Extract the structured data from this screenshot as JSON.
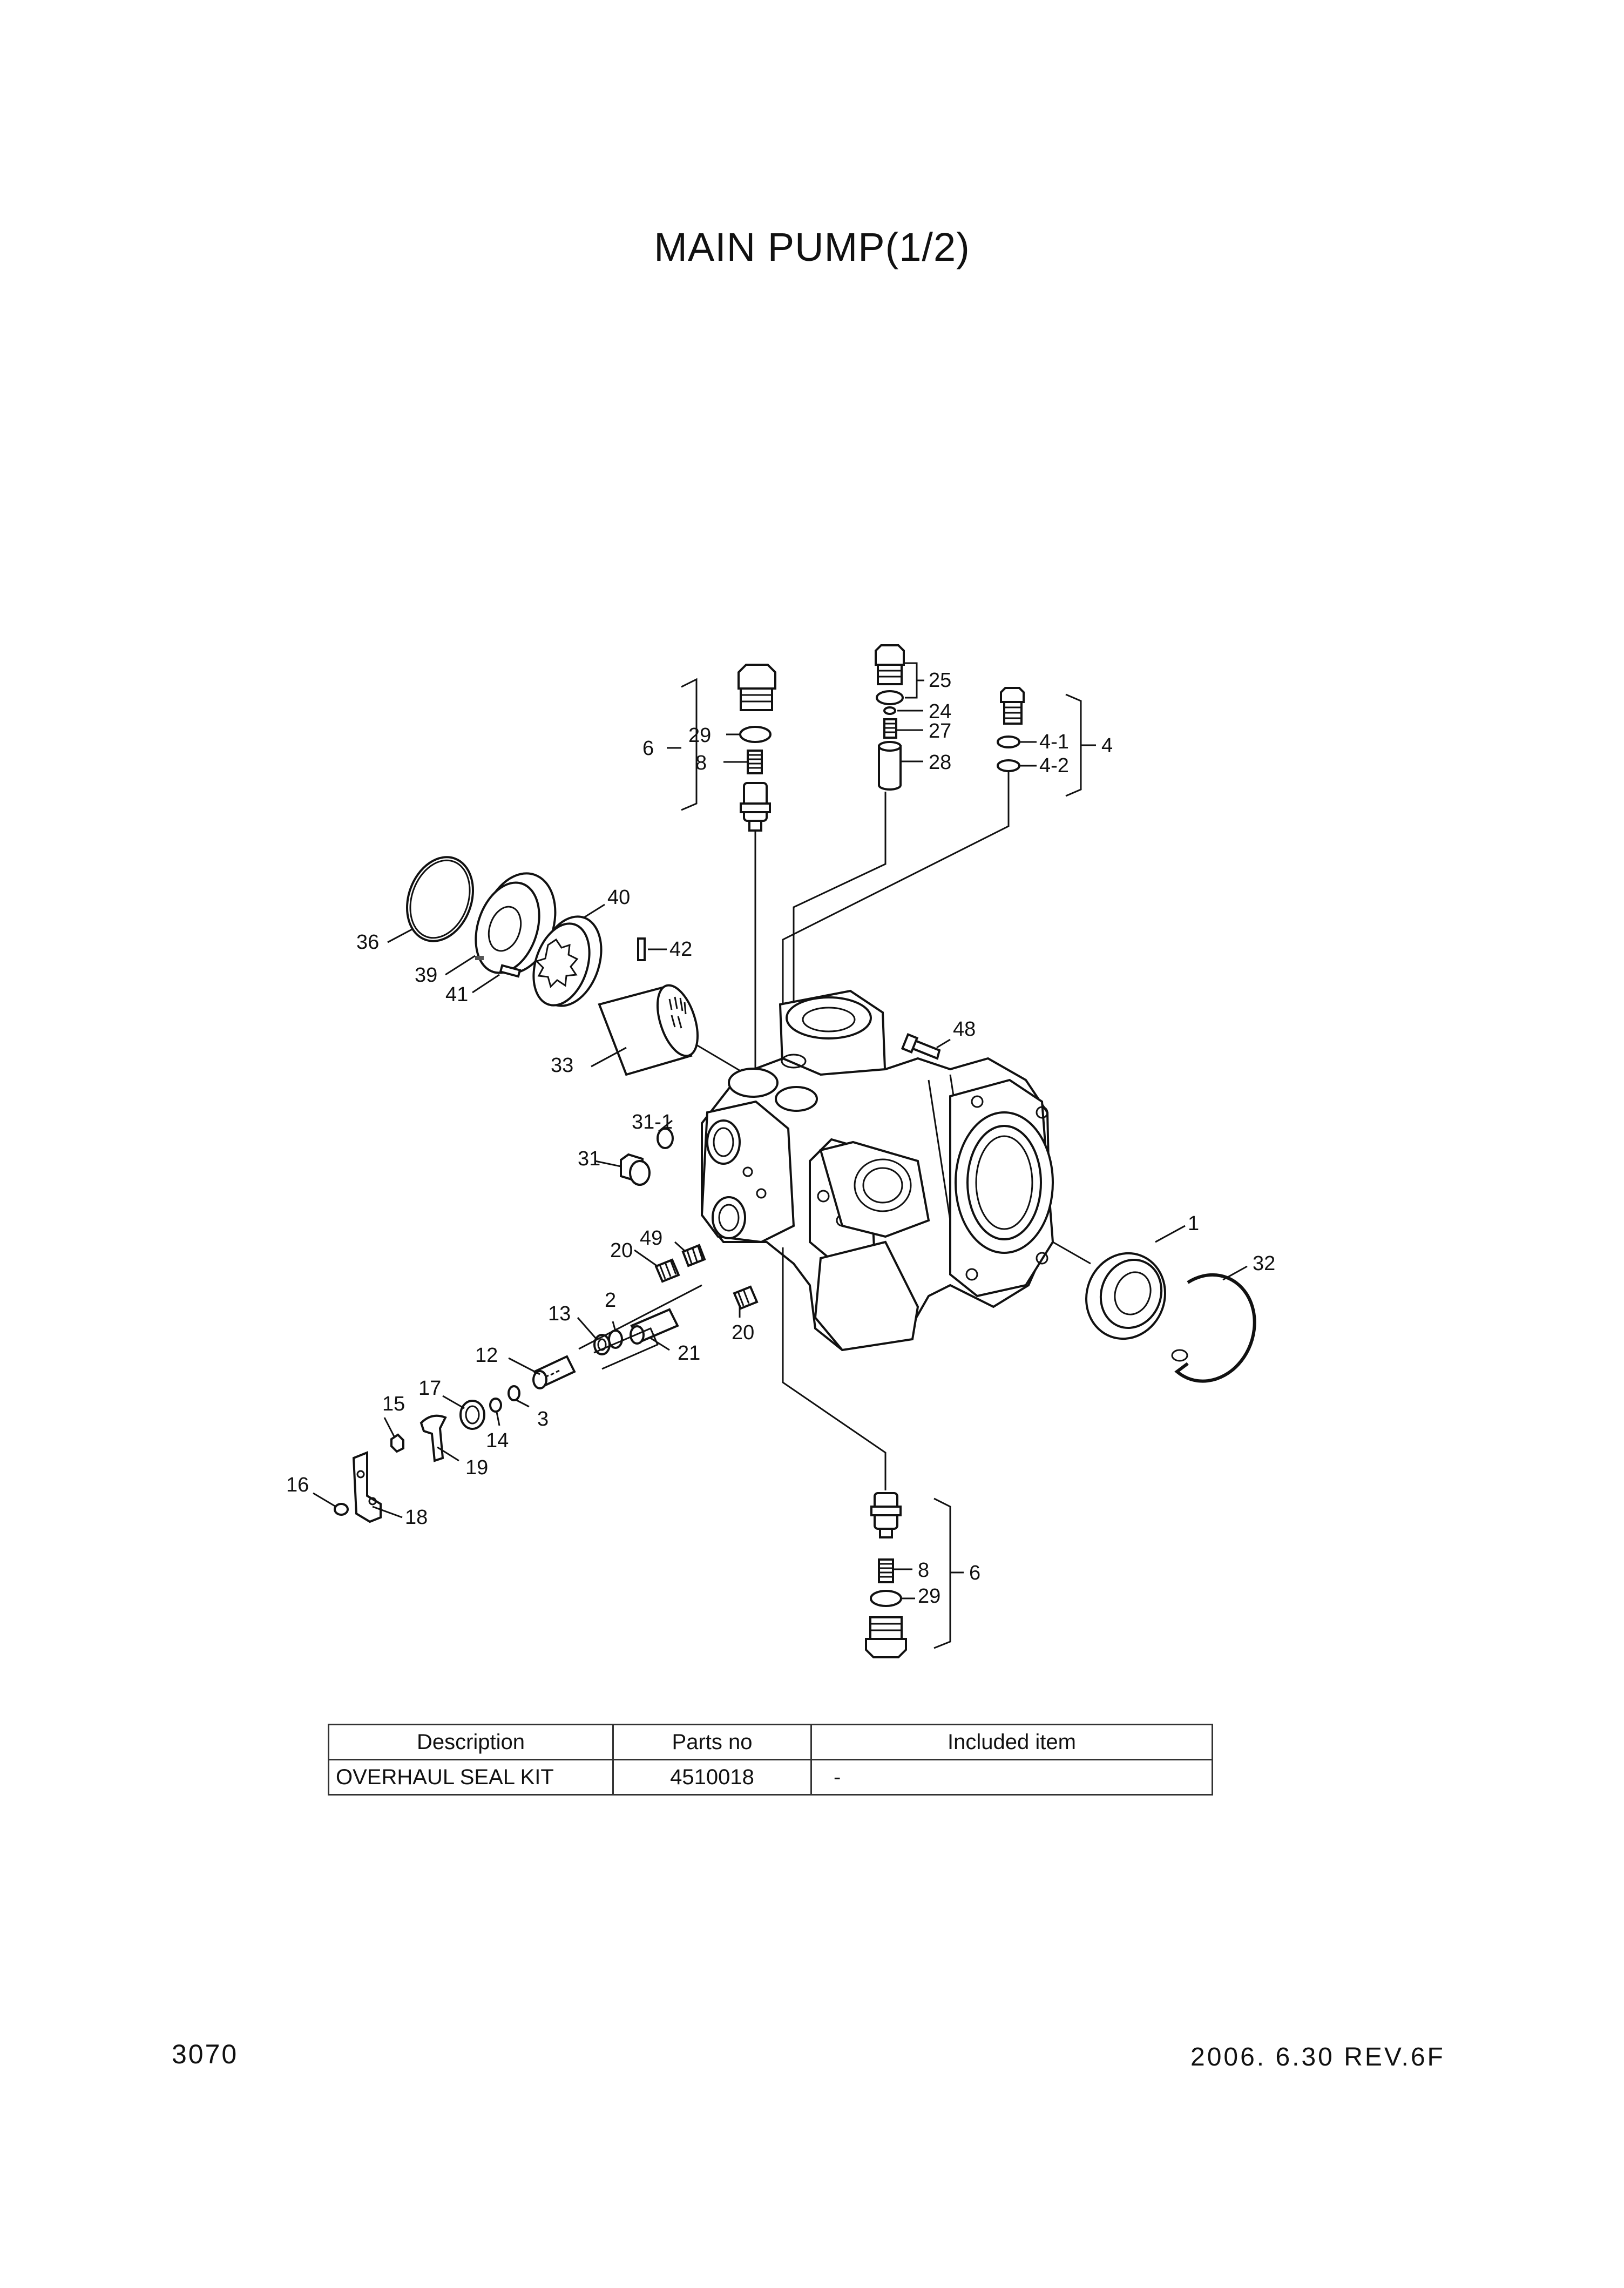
{
  "title": "MAIN PUMP(1/2)",
  "callouts": {
    "c25": "25",
    "c24": "24",
    "c27": "27",
    "c28": "28",
    "c29a": "29",
    "c8a": "8",
    "c6a": "6",
    "c41_": "4-1",
    "c42_": "4-2",
    "c4": "4",
    "c40": "40",
    "c36": "36",
    "c39": "39",
    "c41": "41",
    "c42": "42",
    "c33": "33",
    "c48": "48",
    "c311": "31-1",
    "c31": "31",
    "c49": "49",
    "c20a": "20",
    "c1": "1",
    "c32": "32",
    "c13": "13",
    "c2": "2",
    "c21": "21",
    "c20b": "20",
    "c12": "12",
    "c17": "17",
    "c15": "15",
    "c3": "3",
    "c14": "14",
    "c19": "19",
    "c16": "16",
    "c18": "18",
    "c8b": "8",
    "c29b": "29",
    "c6b": "6"
  },
  "table": {
    "headers": [
      "Description",
      "Parts no",
      "Included item"
    ],
    "rows": [
      {
        "description": "OVERHAUL SEAL KIT",
        "parts_no": "4510018",
        "included": "-"
      }
    ]
  },
  "footer": {
    "page_number": "3070",
    "date_rev": "2006. 6.30  REV.6F"
  }
}
